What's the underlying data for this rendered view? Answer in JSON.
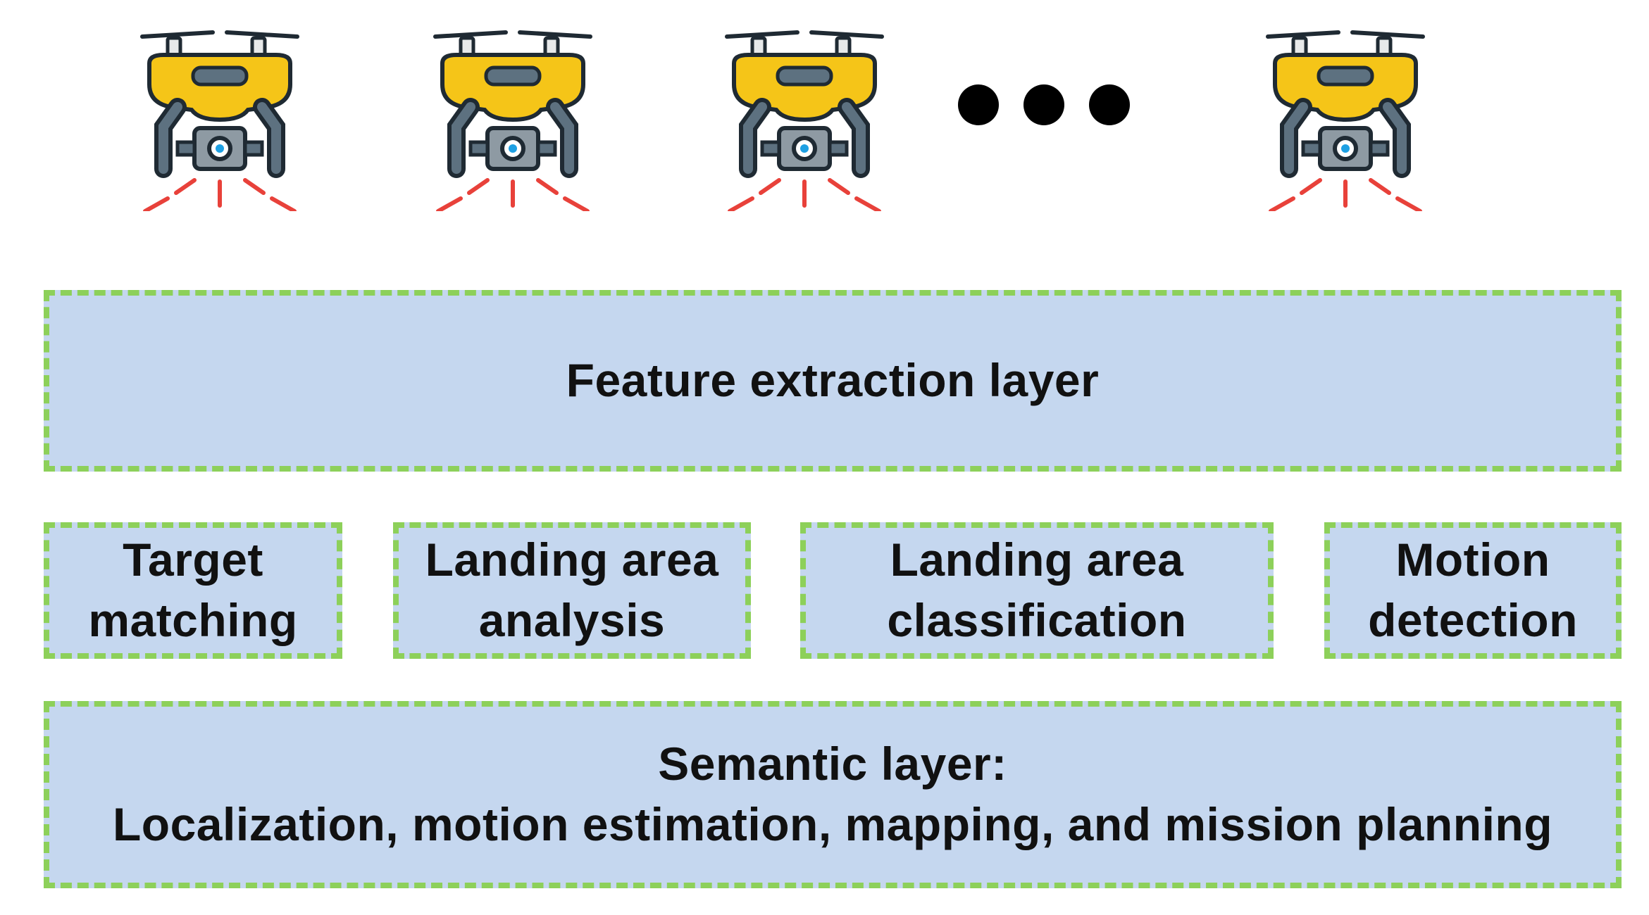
{
  "diagram": {
    "drones": [
      {
        "icon": "drone-icon"
      },
      {
        "icon": "drone-icon"
      },
      {
        "icon": "drone-icon"
      },
      {
        "icon": "drone-icon"
      }
    ],
    "ellipsis_icon": "ellipsis-icon",
    "feature_layer": {
      "label": "Feature extraction layer"
    },
    "tasks": [
      {
        "line1": "Target",
        "line2": "matching"
      },
      {
        "line1": "Landing area",
        "line2": "analysis"
      },
      {
        "line1": "Landing area",
        "line2": "classification"
      },
      {
        "line1": "Motion",
        "line2": "detection"
      }
    ],
    "semantic_layer": {
      "line1": "Semantic layer:",
      "line2": "Localization, motion estimation, mapping, and mission planning"
    },
    "colors": {
      "box_fill": "#c5d7ef",
      "box_border": "#8dd05a",
      "drone_body": "#f5c518",
      "drone_frame": "#3c4a55",
      "beam": "#e8413a"
    }
  }
}
